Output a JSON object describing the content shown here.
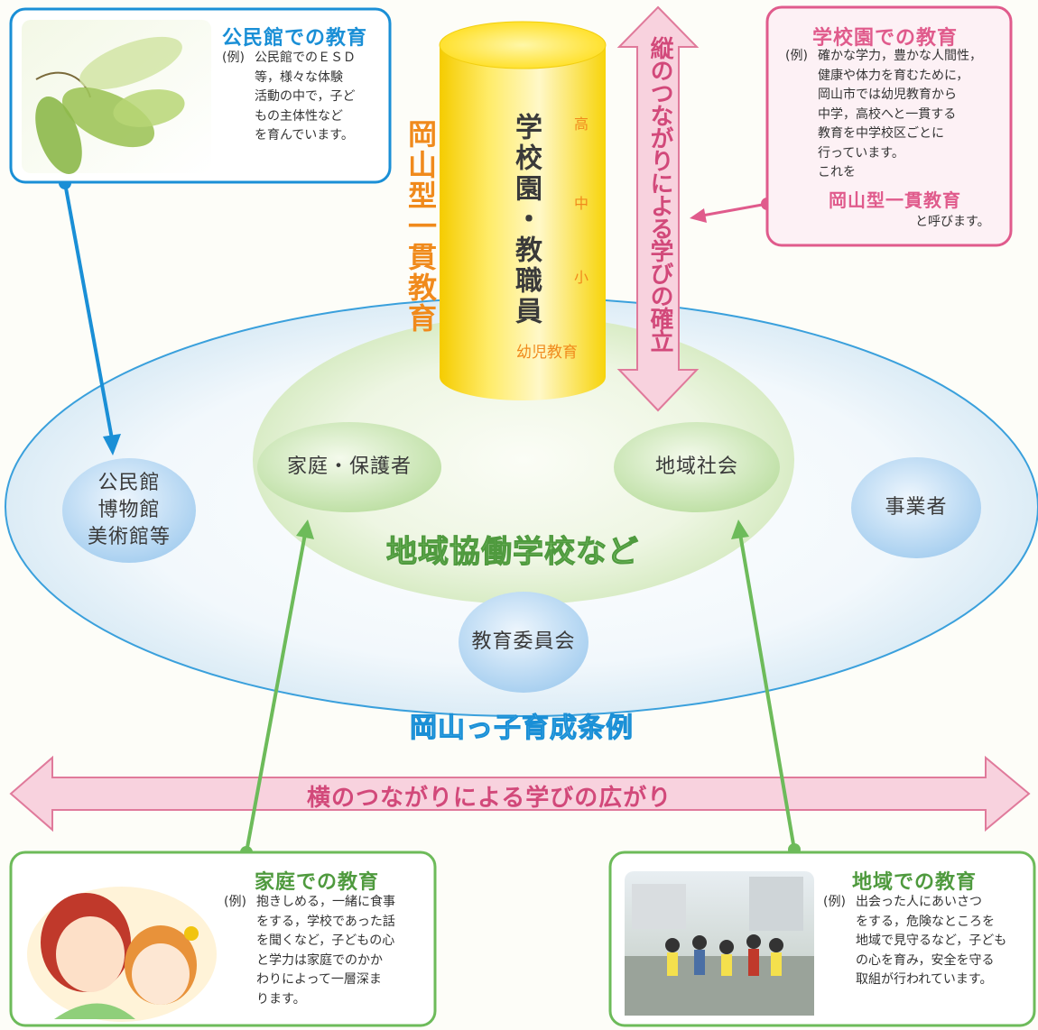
{
  "colors": {
    "blue": "#1a8fd6",
    "pink": "#e05b8c",
    "green": "#6dbb5a",
    "orange": "#f08a1c",
    "cylinder": "#ffe23a",
    "arrowFill": "#f7c9d6",
    "arrowStroke": "#e07a9b"
  },
  "kominkan_box": {
    "title": "公民館での教育",
    "example_label": "(例)",
    "text": "公民館でのＥＳＤ\n等，様々な体験\n活動の中で，子ど\nもの主体性など\nを育んでいます。",
    "image": "leaves-photo"
  },
  "gakkoen_box": {
    "title": "学校園での教育",
    "example_label": "(例)",
    "text": "確かな学力，豊かな人間性，\n健康や体力を育むために，\n岡山市では幼児教育から\n中学，高校へと一貫する\n教育を中学校区ごとに\n行っています。\nこれを",
    "highlight": "岡山型一貫教育",
    "after": "と呼びます。"
  },
  "katei_box": {
    "title": "家庭での教育",
    "example_label": "(例)",
    "text": "抱きしめる，一緒に食事\nをする，学校であった話\nを聞くなど，子どもの心\nと学力は家庭でのかか\nわりによって一層深ま\nります。",
    "image": "mother-child-illustration"
  },
  "chiiki_box": {
    "title": "地域での教育",
    "example_label": "(例)",
    "text": "出会った人にあいさつ\nをする，危険なところを\n地域で見守るなど，子ども\nの心を育み，安全を守る\n取組が行われています。",
    "image": "community-patrol-photo"
  },
  "cylinder": {
    "main_label": "学校園・教職員",
    "levels": [
      "高",
      "中",
      "小"
    ],
    "bottom_label": "幼児教育"
  },
  "okayama_vertical": "岡山型一貫教育",
  "vertical_arrow_label": "縦のつながりによる学びの確立",
  "horizontal_arrow_label": "横のつながりによる学びの広がり",
  "inner_ellipse_label": "地域協働学校など",
  "outer_ellipse_label": "岡山っ子育成条例",
  "nodes": {
    "kominkan": "公民館\n博物館\n美術館等",
    "katei": "家庭・保護者",
    "chiiki": "地域社会",
    "jigyosha": "事業者",
    "iinkai": "教育委員会"
  }
}
